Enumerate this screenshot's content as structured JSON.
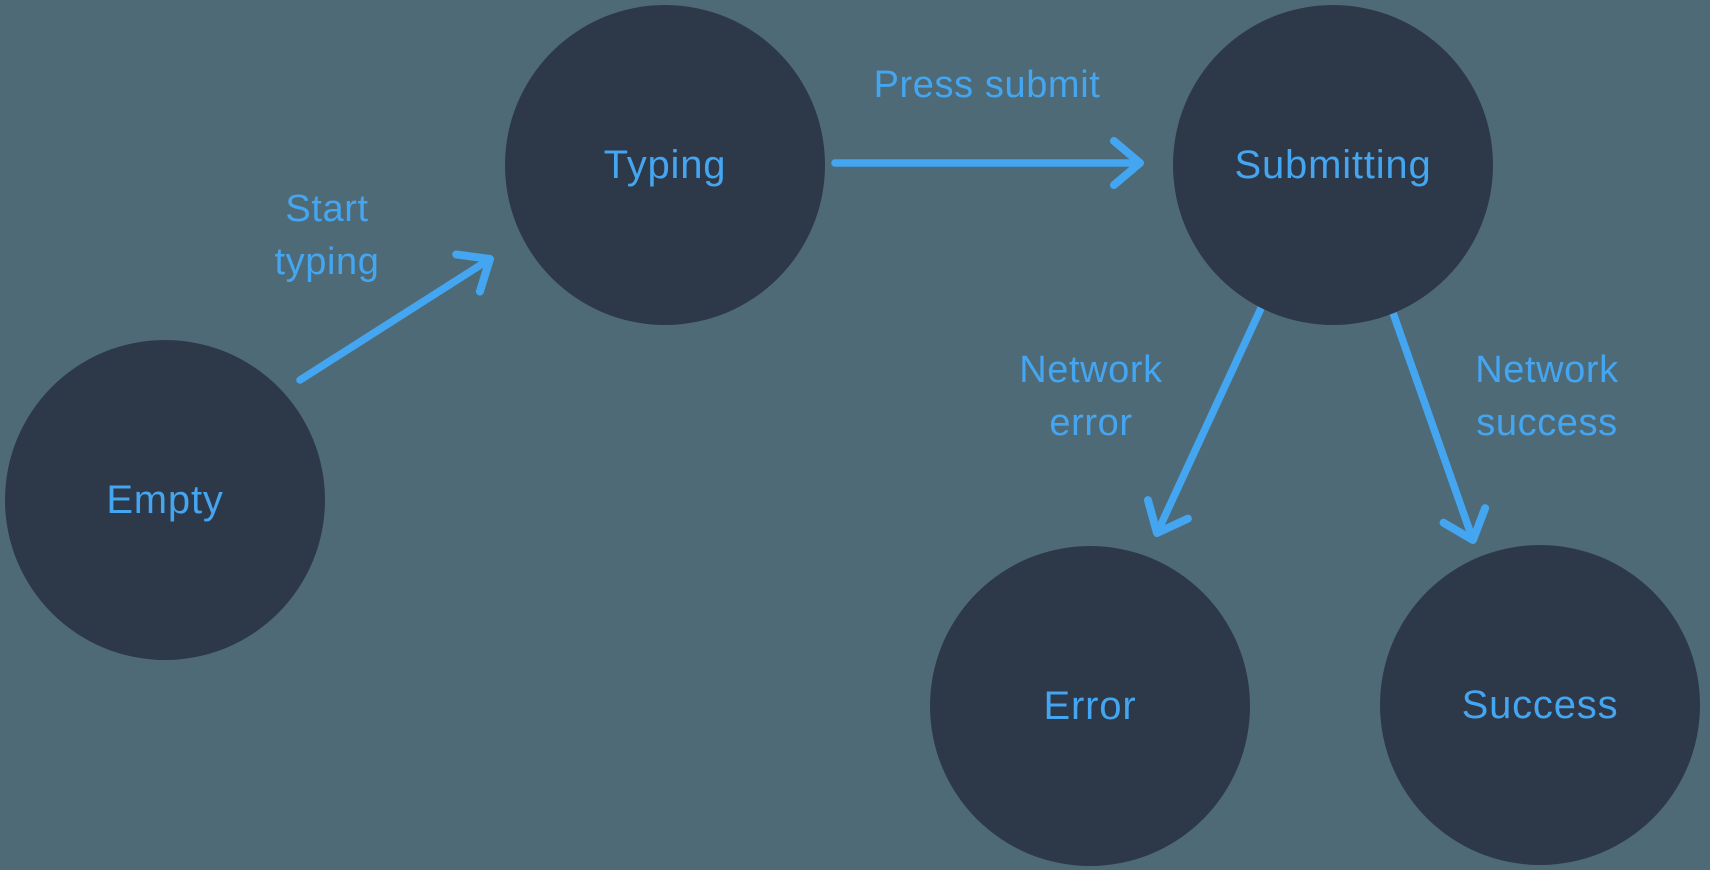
{
  "diagram": {
    "type": "state-machine",
    "colors": {
      "background": "#4e6a77",
      "node_fill": "#2d3848",
      "accent": "#44a5f0"
    },
    "states": [
      {
        "id": "empty",
        "label": "Empty"
      },
      {
        "id": "typing",
        "label": "Typing"
      },
      {
        "id": "submitting",
        "label": "Submitting"
      },
      {
        "id": "error",
        "label": "Error"
      },
      {
        "id": "success",
        "label": "Success"
      }
    ],
    "transitions": [
      {
        "from": "empty",
        "to": "typing",
        "label": "Start typing"
      },
      {
        "from": "typing",
        "to": "submitting",
        "label": "Press submit"
      },
      {
        "from": "submitting",
        "to": "error",
        "label": "Network error"
      },
      {
        "from": "submitting",
        "to": "success",
        "label": "Network success"
      }
    ]
  }
}
